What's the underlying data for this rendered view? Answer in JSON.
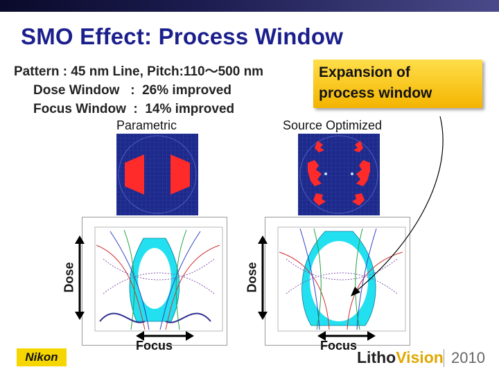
{
  "slide": {
    "title": "SMO Effect: Process Window",
    "pattern": "Pattern : 45 nm Line, Pitch:110～500 nm",
    "dose_window": "Dose Window   :  26% improved",
    "focus_window": "Focus Window  :  14% improved",
    "callout_line1": "Expansion of",
    "callout_line2": "process window"
  },
  "panels": {
    "left_label": "Parametric",
    "right_label": "Source Optimized",
    "dose_label": "Dose",
    "focus_label": "Focus"
  },
  "footer": {
    "logo_text": "Nikon",
    "brand_a": "Litho",
    "brand_b": "Vision",
    "year": "2010"
  },
  "colors": {
    "title": "#1b1f8c",
    "pupil_bg": "#1d2a8c",
    "pole_red": "#ff2a2a",
    "window_cyan": "#22e0f0",
    "callout_yellow": "#f7c81a"
  }
}
